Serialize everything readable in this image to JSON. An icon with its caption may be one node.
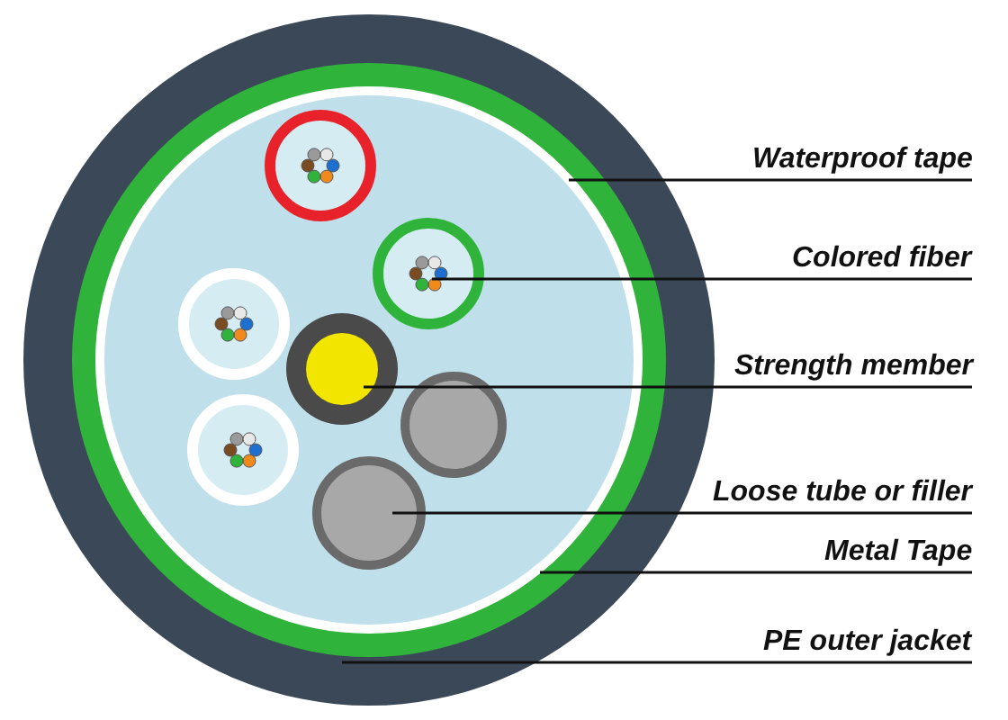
{
  "diagram": {
    "nodes": [
      {
        "text": [
          "Waterproof tape"
        ]
      },
      {
        "text": [
          "Colored fiber"
        ]
      },
      {
        "text": [
          "Strength member"
        ]
      },
      {
        "text": [
          "Loose tube or filler"
        ]
      },
      {
        "text": [
          "Metal Tape"
        ]
      },
      {
        "text": [
          "PE outer jacket"
        ]
      },
      {
        "text": [],
        "shape": "circle",
        "in": 10
      },
      {
        "text": [],
        "shape": "circle",
        "in": 6
      },
      {
        "text": [],
        "shape": "circle",
        "in": 6
      },
      {
        "text": [],
        "shape": "circle",
        "in": 6
      },
      {
        "text": [],
        "shape": "circle",
        "in": 11
      },
      {
        "text": [],
        "shape": "circle"
      }
    ],
    "edges": [
      {
        "from": 0,
        "to": 6,
        "arrow": "none"
      },
      {
        "from": 1,
        "to": 7,
        "arrow": "none"
      },
      {
        "from": 2,
        "to": 8,
        "arrow": "none"
      },
      {
        "from": 3,
        "to": 9,
        "arrow": "none"
      },
      {
        "from": 4,
        "to": 10,
        "arrow": "none"
      },
      {
        "from": 5,
        "to": 11,
        "arrow": "none"
      }
    ]
  }
}
